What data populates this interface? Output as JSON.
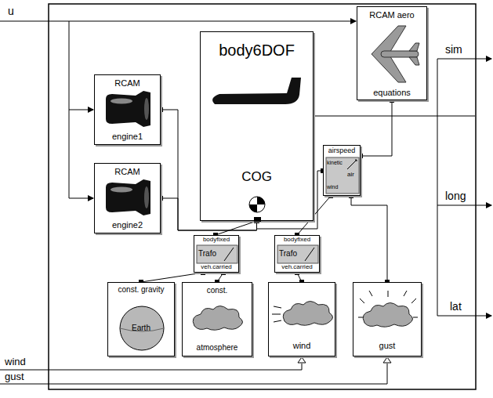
{
  "diagram": {
    "nodes": [
      {
        "text": [
          "RCAM  aero",
          "equations"
        ]
      },
      {
        "text": [
          "body6DOF",
          "COG"
        ]
      },
      {
        "text": [
          "RCAM",
          "engine1"
        ]
      },
      {
        "text": [
          "RCAM",
          "engine2"
        ]
      },
      {
        "text": [
          "airspeed",
          "kinetic",
          "air",
          "wind"
        ]
      },
      {
        "text": [
          "bodyfixed",
          "Trafo",
          "veh.carried"
        ]
      },
      {
        "text": [
          "bodyfixed",
          "Trafo",
          "veh.carried"
        ]
      },
      {
        "text": [
          "const. gravity",
          "Earth"
        ]
      },
      {
        "text": [
          "const.",
          "atmosphere"
        ]
      },
      {
        "text": [
          "wind"
        ]
      },
      {
        "text": [
          "gust"
        ]
      }
    ],
    "edges": [
      {
        "from": 2,
        "to": 1,
        "arrow": "none"
      },
      {
        "from": 3,
        "to": 1,
        "arrow": "none"
      },
      {
        "from": 1,
        "to": 5,
        "arrow": "none"
      },
      {
        "from": 1,
        "to": 4,
        "arrow": "none"
      },
      {
        "from": 4,
        "to": 0,
        "arrow": "none"
      },
      {
        "from": 4,
        "to": 6,
        "arrow": "none"
      },
      {
        "from": 4,
        "to": 10,
        "arrow": "none"
      },
      {
        "from": 5,
        "to": 7,
        "arrow": "none"
      },
      {
        "from": 5,
        "to": 8,
        "arrow": "none"
      },
      {
        "from": 6,
        "to": 9,
        "arrow": "none"
      }
    ],
    "labels": [
      "u",
      "sim",
      "long",
      "lat",
      "wind",
      "gust"
    ]
  }
}
